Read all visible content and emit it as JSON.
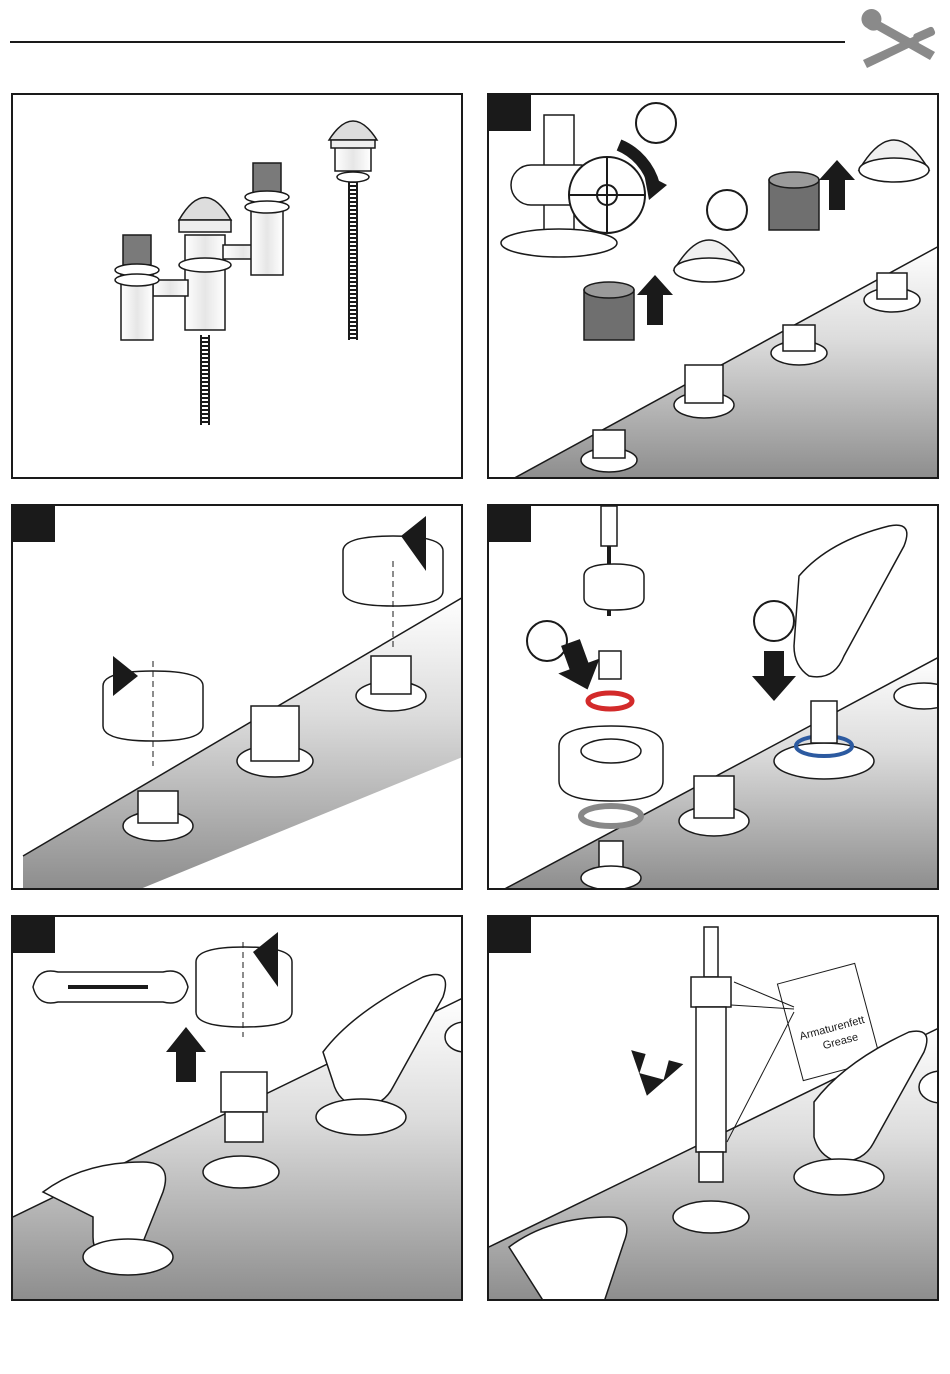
{
  "header": {
    "icon": "wrench-screwdriver-icon"
  },
  "panels": [
    {
      "id": "overview",
      "icon": "valve-assembly-icon"
    },
    {
      "id": "step-1",
      "icon": "shut-off-valve-icon"
    },
    {
      "id": "step-2",
      "icon": "rotate-counterclockwise-icon"
    },
    {
      "id": "step-3",
      "icon": "screwdriver-icon"
    },
    {
      "id": "step-4",
      "icon": "wrench-icon"
    },
    {
      "id": "step-5",
      "icon": "cartridge-icon"
    }
  ],
  "grease_tag": {
    "line1": "Armaturenfett",
    "line2": "Grease"
  },
  "colors": {
    "line": "#1a1a1a",
    "grey_dark": "#6f6f6f",
    "grey_light": "#d9d9d9",
    "red_seal": "#d32a2a",
    "blue_seal": "#2c5aa0"
  }
}
